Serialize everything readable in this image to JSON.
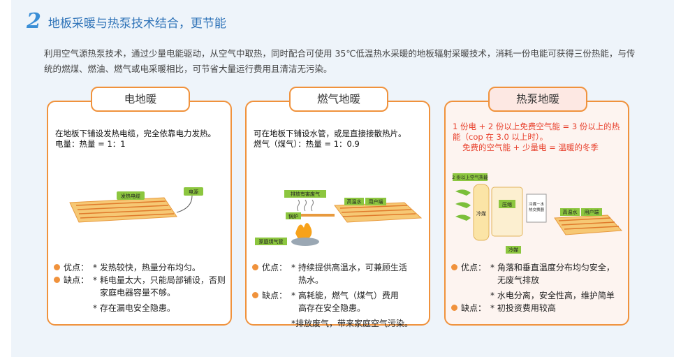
{
  "section": {
    "number": "2",
    "title": "地板采暖与热泵技术结合，更节能",
    "intro": "利用空气源热泵技术，通过少量电能驱动，从空气中取热，同时配合可使用 35℃低温热水采暖的地板辐射采暖技术，消耗一份电能可获得三份热能，与传统的燃煤、燃油、燃气或电采暖相比，可节省大量运行费用且清洁无污染。"
  },
  "cards": [
    {
      "title": "电地暖",
      "desc1": "在地板下铺设发热电缆，完全依靠电力发热。",
      "desc2": "电量：热量 = 1：1",
      "labels": {
        "cable": "发热电缆",
        "power": "电源"
      },
      "pros_label": "优点：",
      "pros": [
        "* 发热较快，热量分布均匀。"
      ],
      "cons_label": "缺点：",
      "cons": [
        "* 耗电量太大，只能局部铺设，否则",
        "家庭电器容量不够。",
        "* 存在漏电安全隐患。"
      ]
    },
    {
      "title": "燃气地暖",
      "desc1": "可在地板下铺设水管，或是直接接散热片。",
      "desc2": "燃气（煤气）：热量 = 1：0.9",
      "labels": {
        "exhaust": "排放有害废气",
        "boiler": "锅炉",
        "gas": "家庭煤气管",
        "hot": "高温水",
        "user": "用户端"
      },
      "pros_label": "优点：",
      "pros": [
        "* 持续提供高温水，可兼顾生活",
        "热水。"
      ],
      "cons_label": "缺点：",
      "cons": [
        "* 高耗能，燃气（煤气）费用",
        "高存在安全隐患。",
        "*排放废气，带来家庭空气污染。"
      ]
    },
    {
      "title": "热泵地暖",
      "desc1": "1 份电 + 2 份以上免费空气能 = 3 份以上的热能（cop 在 3.0 以上时）。",
      "desc2": "免费的空气能 + 少量电 = 温暖的冬季",
      "labels": {
        "air": "2 份以上空气热能",
        "cold": "冷媒",
        "compressor": "压缩",
        "exchanger1": "冷媒－水",
        "exchanger2": "热交换器",
        "hot": "高温水",
        "user": "用户端",
        "cold2": "冷媒"
      },
      "pros_label": "优点：",
      "pros": [
        "* 角落和垂直温度分布均匀安全，",
        "无废气排放",
        "* 水电分离，安全性高，维护简单"
      ],
      "cons_label": "缺点：",
      "cons": [
        "* 初投资费用较高"
      ]
    }
  ],
  "colors": {
    "accent": "#f0923c",
    "title_blue": "#2f73b8",
    "red": "#e8402c"
  }
}
